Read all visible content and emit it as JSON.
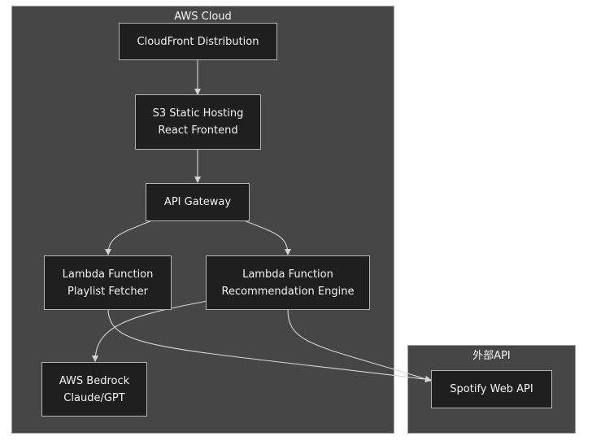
{
  "clusters": {
    "aws": {
      "title": "AWS Cloud"
    },
    "external": {
      "title": "外部API"
    }
  },
  "nodes": {
    "cloudfront": "CloudFront Distribution",
    "s3": "S3 Static Hosting\nReact Frontend",
    "apigw": "API Gateway",
    "lambda_fetcher": "Lambda Function\nPlaylist Fetcher",
    "lambda_reco": "Lambda Function\nRecommendation Engine",
    "bedrock": "AWS Bedrock\nClaude/GPT",
    "spotify": "Spotify Web API"
  },
  "colors": {
    "cluster_fill": "#464646",
    "node_fill": "#1f1f1f",
    "node_border": "#b3b3b3",
    "edge": "#d6d6d6",
    "text": "#f2f2f2"
  }
}
